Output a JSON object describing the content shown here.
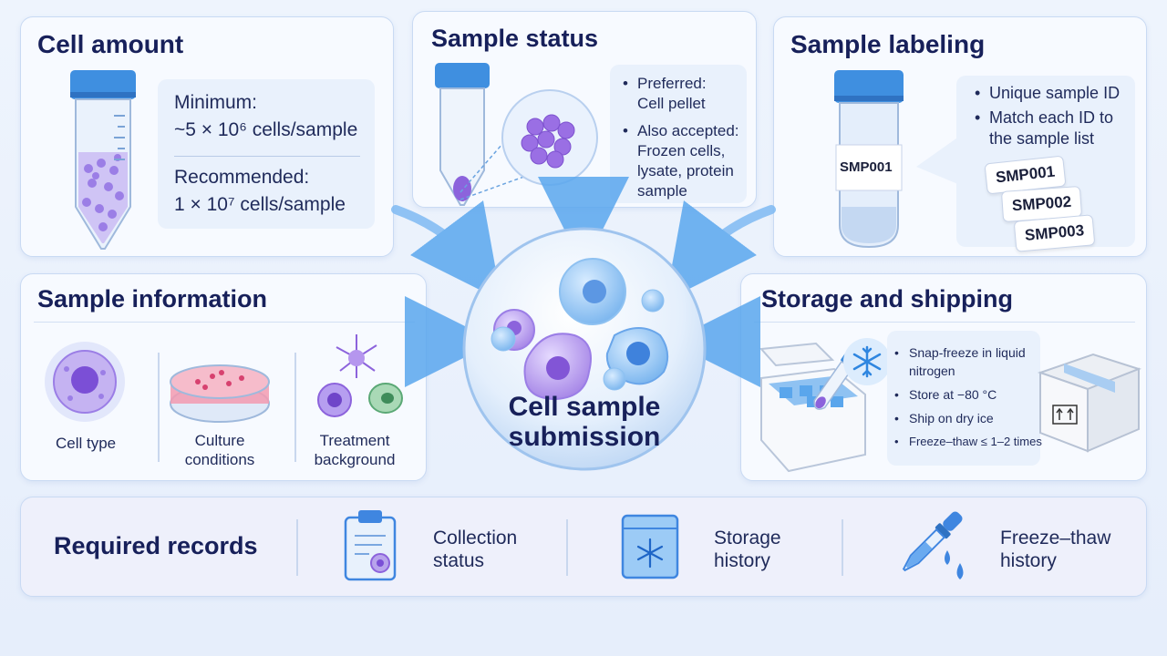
{
  "center": {
    "title_line1": "Cell sample",
    "title_line2": "submission"
  },
  "cell_amount": {
    "title": "Cell amount",
    "min_label": "Minimum:",
    "min_value": "~5 × 10⁶ cells/sample",
    "rec_label": "Recommended:",
    "rec_value": "1 × 10⁷ cells/sample"
  },
  "sample_status": {
    "title": "Sample status",
    "items": [
      {
        "line1": "Preferred:",
        "line2": "Cell pellet"
      },
      {
        "line1": "Also accepted:",
        "line2": "Frozen cells,",
        "line3": "lysate, protein",
        "line4": "sample"
      }
    ]
  },
  "sample_labeling": {
    "title": "Sample labeling",
    "tube_label": "SMP001",
    "items": [
      "Unique sample ID",
      "Match each ID to",
      "the sample list"
    ],
    "tags": [
      "SMP001",
      "SMP002",
      "SMP003"
    ]
  },
  "sample_information": {
    "title": "Sample information",
    "items": [
      {
        "label": "Cell type"
      },
      {
        "label1": "Culture",
        "label2": "conditions"
      },
      {
        "label1": "Treatment",
        "label2": "background"
      }
    ]
  },
  "storage_shipping": {
    "title": "Storage and shipping",
    "items": [
      "Snap-freeze in liquid",
      "nitrogen",
      "Store at −80 °C",
      "Ship on dry ice",
      "Freeze–thaw ≤ 1–2 times"
    ]
  },
  "required_records": {
    "title": "Required records",
    "items": [
      {
        "line1": "Collection",
        "line2": "status",
        "icon": "clipboard-icon"
      },
      {
        "line1": "Storage",
        "line2": "history",
        "icon": "freezer-icon"
      },
      {
        "line1": "Freeze–thaw",
        "line2": "history",
        "icon": "pipette-icon"
      }
    ]
  },
  "colors": {
    "title": "#17205a",
    "accent_blue": "#3b8ee8",
    "cell_purple": "#8f6fe0",
    "panel_border": "#c9daf3"
  }
}
